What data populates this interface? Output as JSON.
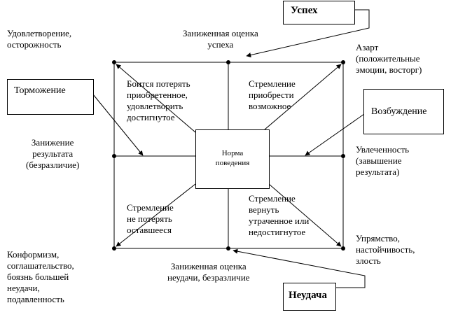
{
  "boxes": {
    "success": "Успех",
    "failure": "Неудача",
    "inhibition": "Торможение",
    "excitement": "Возбуждение",
    "norm": "Норма\nповедения"
  },
  "labels": {
    "satisfaction": "Удовлетворение,\nосторожность",
    "underestimate_success": "Заниженная оценка\nуспеха",
    "gamble": "Азарт\n(положительные\nэмоции, восторг)",
    "fear_loss": "Боится потерять\nприобретенное,\nудовлетворить\nдостигнутое",
    "strive_acquire": "Стремление\nприобрести\nвозможное",
    "lowering_result": "Занижение\nрезультата\n(безразличие)",
    "enthusiasm": "Увлеченность\n(завышение\nрезультата)",
    "strive_not_lose": "Стремление\nне потерять\nоставшееся",
    "strive_return": "Стремление\nвернуть\nутраченное или\nнедостигнутое",
    "conformism": "Конформизм,\nсоглашательство,\nбоязнь большей\nнеудачи,\nподавленность",
    "stubbornness": "Упрямство,\nнастойчивость,\nзлость",
    "underestimate_failure": "Заниженная оценка\nнеудачи, безразличие"
  }
}
